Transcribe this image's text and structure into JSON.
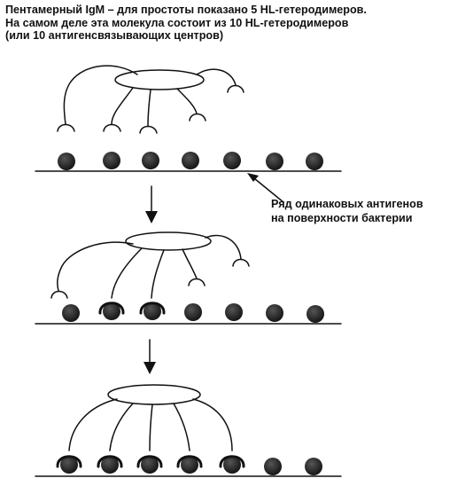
{
  "caption": {
    "line1": "Пентамерный IgM – для простоты показано 5 HL-гетеродимеров.",
    "line2": "На самом деле эта молекула состоит из 10 HL-гетеродимеров",
    "line3": "(или 10 антигенсвязывающих центров)"
  },
  "callout": {
    "line1": "Ряд одинаковых антигенов",
    "line2": "на поверхности бактерии"
  },
  "colors": {
    "ink": "#111111",
    "background": "#ffffff"
  },
  "stages": [
    {
      "bound_antigens": 0,
      "antigen_count": 7
    },
    {
      "bound_antigens": 2,
      "antigen_count": 7
    },
    {
      "bound_antigens": 5,
      "antigen_count": 7
    }
  ]
}
